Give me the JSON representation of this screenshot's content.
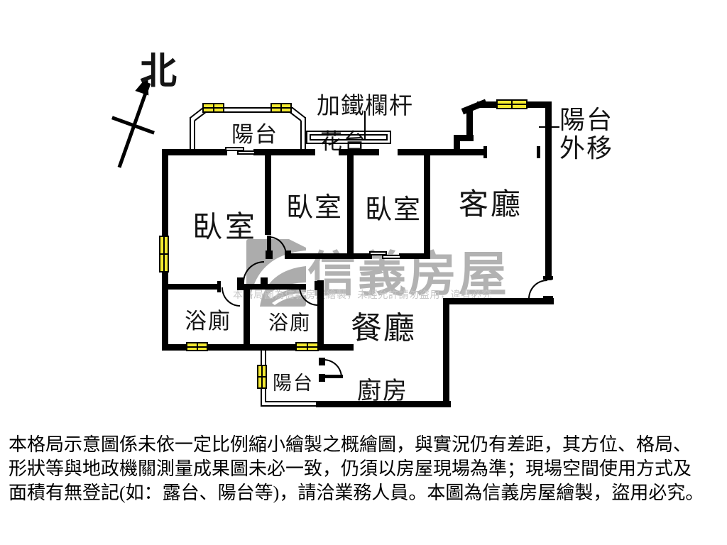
{
  "compass": {
    "north": "北"
  },
  "labels": {
    "balcony_top": "陽台",
    "iron_railing": "加鐵欄杆",
    "flower_bed": "花台",
    "balcony_out_1": "陽台",
    "balcony_out_2": "外移",
    "bedroom1": "臥室",
    "bedroom2": "臥室",
    "bedroom3": "臥室",
    "living_room": "客廳",
    "bath1": "浴廁",
    "bath2": "浴廁",
    "dining_room": "餐廳",
    "kitchen": "廚房",
    "balcony_bottom": "陽台"
  },
  "watermark": {
    "brand": "信義房屋",
    "notice": "本格局圖為信義房屋繪製，未經允許請勿盜用，違者必究"
  },
  "disclaimer": {
    "line1": "本格局示意圖係未依一定比例縮小繪製之概繪圖，與實況仍有差距，其方位、格局、",
    "line2": "形狀等與地政機關測量成果圖未必一致，仍須以房屋現場為準；現場空間使用方式及",
    "line3": "面積有無登記(如：露台、陽台等)，請洽業務人員。本圖為信義房屋繪製，盜用必究。"
  },
  "colors": {
    "wall": "#000000",
    "window_fill": "#f3e930",
    "watermark_gray": "#b2b2b2"
  }
}
